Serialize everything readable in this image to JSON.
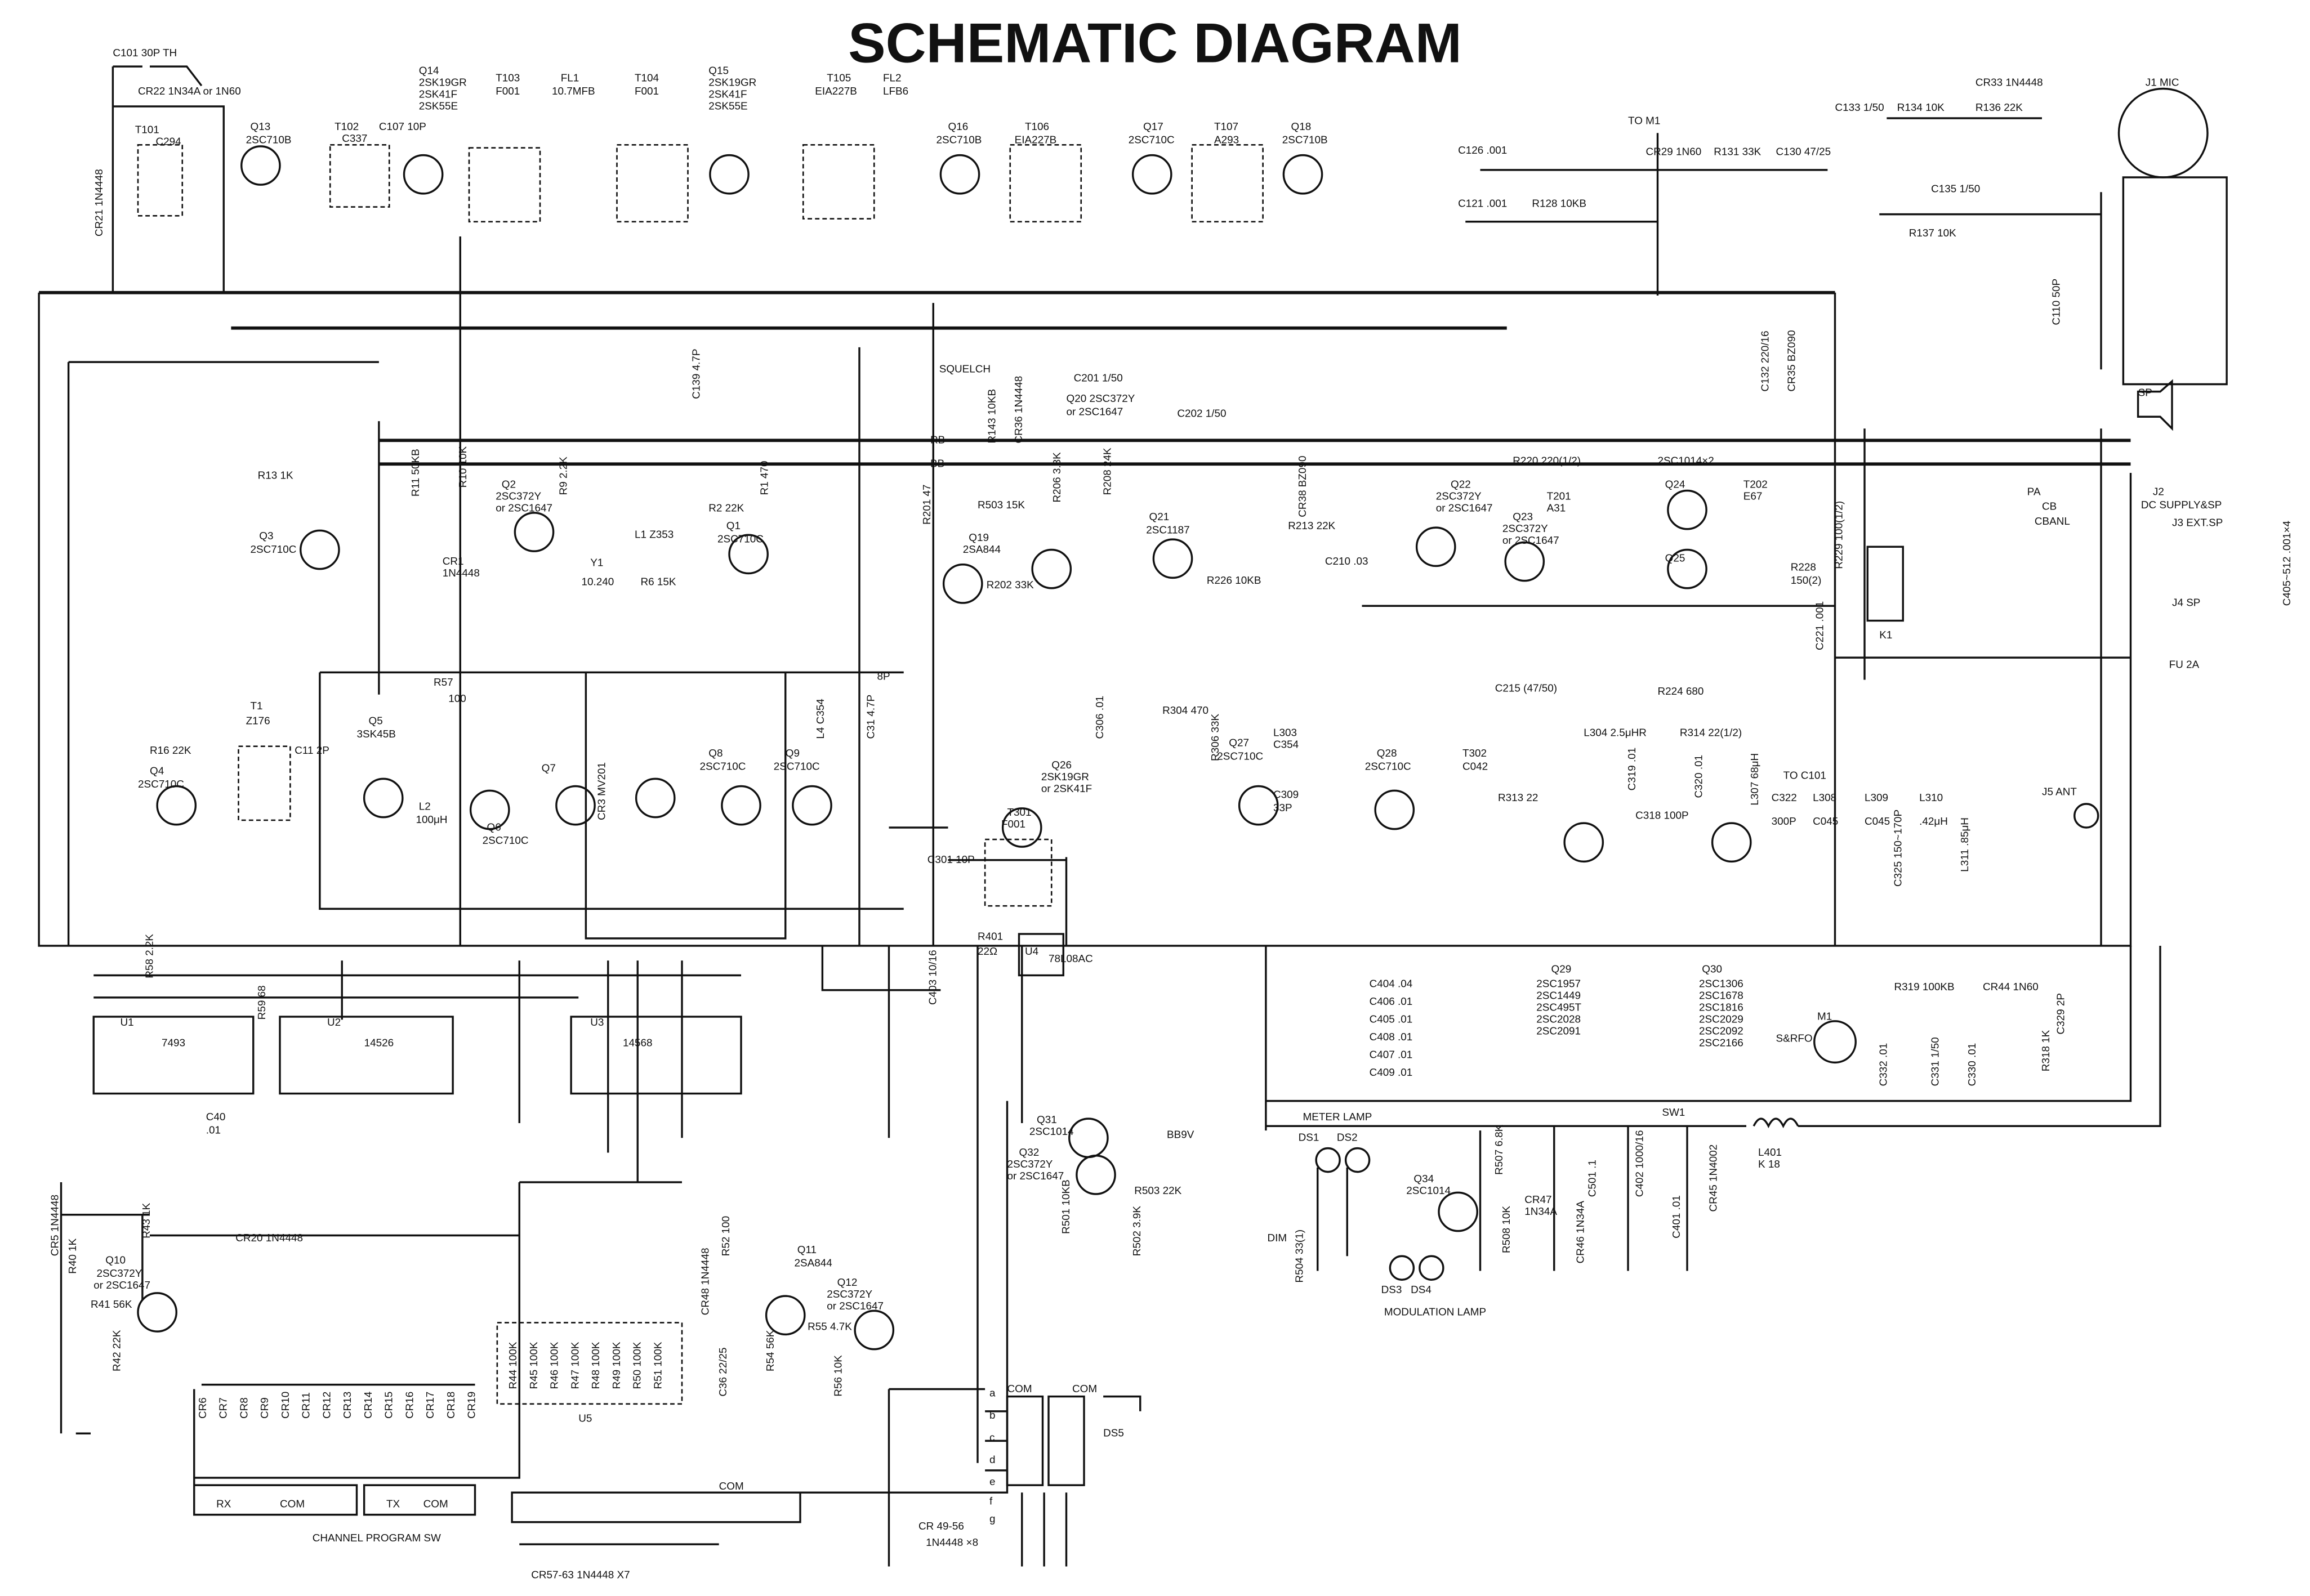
{
  "title": "SCHEMATIC DIAGRAM",
  "colors": {
    "ink": "#111111",
    "paper": "#ffffff"
  },
  "labels": [
    "C101 30P TH",
    "CR22 1N34A or 1N60",
    "CR21 1N4448",
    "T101",
    "C294",
    "Q13",
    "2SC710B",
    "T102",
    "C337",
    "C107 10P",
    "Q14",
    "2SK19GR",
    "2SK41F",
    "2SK55E",
    "T103",
    "F001",
    "FL1",
    "10.7MFB",
    "T104",
    "F001",
    "Q15",
    "2SK19GR",
    "2SK41F",
    "2SK55E",
    "T105",
    "EIA227B",
    "FL2",
    "LFB6",
    "Q16",
    "2SC710B",
    "T106",
    "EIA227B",
    "Q17",
    "2SC710C",
    "T107",
    "A293",
    "Q18",
    "2SC710B",
    "C126 .001",
    "C121 .001",
    "R128 10KB",
    "TO M1",
    "CR29 1N60",
    "R131 33K",
    "C130 47/25",
    "C133 1/50",
    "R134 10K",
    "CR33 1N4448",
    "R136 22K",
    "J1 MIC",
    "C135 1/50",
    "R137 10K",
    "C110 50P",
    "SQUELCH",
    "RB",
    "BB",
    "SP",
    "R13 1K",
    "Q3",
    "2SC710C",
    "R11 50KB",
    "R10 10K",
    "Q2",
    "2SC372Y",
    "or 2SC1647",
    "R9 2.2K",
    "CR1",
    "1N4448",
    "Y1",
    "10.240",
    "L1 Z353",
    "R6 15K",
    "R2 22K",
    "Q1",
    "2SC710C",
    "R1 470",
    "R201 47",
    "R503 15K",
    "Q19",
    "2SA844",
    "R202 33K",
    "Q20 2SC372Y",
    "or 2SC1647",
    "C201 1/50",
    "C202 1/50",
    "R206 3.3K",
    "R208 24K",
    "Q21",
    "2SC1187",
    "R213 22K",
    "C210 .03",
    "Q22",
    "2SC372Y",
    "or 2SC1647",
    "R220 220(1/2)",
    "2SC1014×2",
    "Q23",
    "2SC372Y",
    "or 2SC1647",
    "T201",
    "A31",
    "Q24",
    "T202",
    "E67",
    "Q25",
    "R228",
    "150(2)",
    "R229 100(1/2)",
    "K1",
    "PA",
    "CB",
    "CBANL",
    "J2",
    "DC SUPPLY&SP",
    "J3 EXT.SP",
    "J4 SP",
    "FU 2A",
    "C405~512 .001×4",
    "C215 (47/50)",
    "R224 680",
    "T1",
    "Z176",
    "C11 2P",
    "Q5",
    "3SK45B",
    "R57",
    "100",
    "Q4",
    "2SC710C",
    "R16 22K",
    "L2",
    "100μH",
    "Q6",
    "2SC710C",
    "Q7",
    "CR3 MV201",
    "Q8",
    "2SC710C",
    "Q9",
    "2SC710C",
    "L4 C354",
    "R304 470",
    "Q26",
    "2SK19GR",
    "or 2SK41F",
    "T301",
    "F001",
    "C301 10P",
    "L303",
    "C354",
    "Q27",
    "2SC710C",
    "C309",
    "33P",
    "Q28",
    "2SC710C",
    "T302",
    "C042",
    "R313 22",
    "L304 2.5μHR",
    "R314 22(1/2)",
    "C318 100P",
    "L307 68μH",
    "TO C101",
    "C322",
    "300P",
    "L308",
    "C045",
    "L309",
    "C045",
    "L310",
    ".42μH",
    "J5 ANT",
    "C325 150~170P",
    "L311 .85μH",
    "R401",
    "22Ω",
    "U4",
    "78L08AC",
    "C403 10/16",
    "U1",
    "7493",
    "U2",
    "14526",
    "U3",
    "14568",
    "C40",
    ".01",
    "R58 2.2K",
    "R59 68",
    "C404 .04",
    "C406 .01",
    "C405 .01",
    "C408 .01",
    "C407 .01",
    "C409 .01",
    "Q29",
    "2SC1957",
    "2SC1449",
    "2SC495T",
    "2SC2028",
    "2SC2091",
    "Q30",
    "2SC1306",
    "2SC1678",
    "2SC1816",
    "2SC2029",
    "2SC2092",
    "2SC2166",
    "M1",
    "S&RFO",
    "R319 100KB",
    "CR44 1N60",
    "C329 2P",
    "R318 1K",
    "C332 .01",
    "C331 1/50",
    "C330 .01",
    "Q31",
    "2SC1014",
    "Q32",
    "2SC372Y",
    "or 2SC1647",
    "BB9V",
    "R503 22K",
    "R501 10KB",
    "R502 3.9K",
    "METER LAMP",
    "DS1",
    "DS2",
    "DIM",
    "R504 33(1)",
    "Q34",
    "2SC1014",
    "DS3",
    "DS4",
    "MODULATION LAMP",
    "R507 6.8K",
    "CR47",
    "1N34A",
    "R508 10K",
    "C501 .1",
    "CR46 1N34A",
    "SW1",
    "L401",
    "K 18",
    "C402 1000/16",
    "C401 .01",
    "CR45 1N4002",
    "CR5 1N4448",
    "R40 1K",
    "R43 1K",
    "CR20 1N4448",
    "Q10",
    "2SC372Y",
    "or 2SC1647",
    "R41 56K",
    "R42 22K",
    "CR6",
    "CR7",
    "CR8",
    "CR9",
    "CR10",
    "CR11",
    "CR12",
    "CR13",
    "CR14",
    "CR15",
    "CR16",
    "CR17",
    "CR18",
    "CR19",
    "R44 100K",
    "R45 100K",
    "R46 100K",
    "R47 100K",
    "R48 100K",
    "R49 100K",
    "R50 100K",
    "R51 100K",
    "U5",
    "RX",
    "COM",
    "TX",
    "COM",
    "CHANNEL PROGRAM SW",
    "R52 100",
    "CR48 1N4448",
    "Q11",
    "2SA844",
    "Q12",
    "2SC372Y",
    "or 2SC1647",
    "R55 4.7K",
    "R54 56K",
    "C36 22/25",
    "R56 10K",
    "DS5",
    "COM",
    "COM",
    "a",
    "b",
    "c",
    "d",
    "e",
    "f",
    "g",
    "CR 49-56",
    "1N4448 ×8",
    "COM",
    "CR57-63  1N4448 X7",
    "C139 4.7P",
    "C132 220/16",
    "CR35 BZ090",
    "R143 10KB",
    "CR36 1N4448",
    "CR38 BZ090",
    "R226 10KB",
    "C31 4.7P",
    "8P",
    "C306 .01",
    "R306 33K",
    "C320 .01",
    "C319 .01",
    "C221 .001"
  ]
}
